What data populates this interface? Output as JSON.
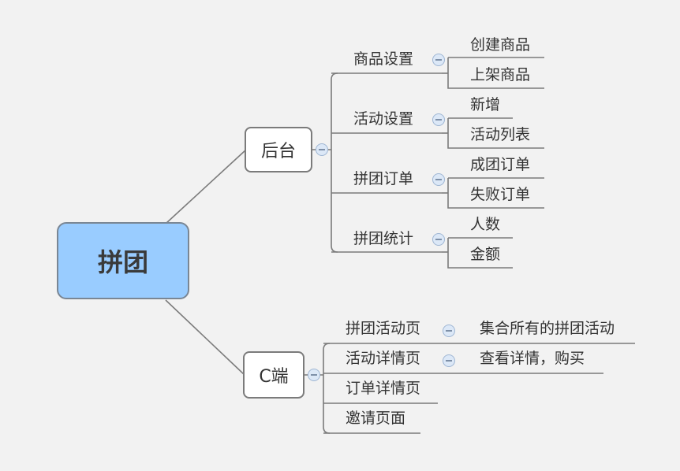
{
  "root": {
    "label": "拼团"
  },
  "branches": [
    {
      "label": "后台",
      "children": [
        {
          "label": "商品设置",
          "children": [
            "创建商品",
            "上架商品"
          ]
        },
        {
          "label": "活动设置",
          "children": [
            "新增",
            "活动列表"
          ]
        },
        {
          "label": "拼团订单",
          "children": [
            "成团订单",
            "失败订单"
          ]
        },
        {
          "label": "拼团统计",
          "children": [
            "人数",
            "金额"
          ]
        }
      ]
    },
    {
      "label": "C端",
      "children": [
        {
          "label": "拼团活动页",
          "children": [
            "集合所有的拼团活动"
          ]
        },
        {
          "label": "活动详情页",
          "children": [
            "查看详情，购买"
          ]
        },
        {
          "label": "订单详情页",
          "children": []
        },
        {
          "label": "邀请页面",
          "children": []
        }
      ]
    }
  ],
  "colors": {
    "line": "#7b7b7b",
    "root_fill": "#99ccff",
    "toggle_fill": "#dce8f7"
  }
}
